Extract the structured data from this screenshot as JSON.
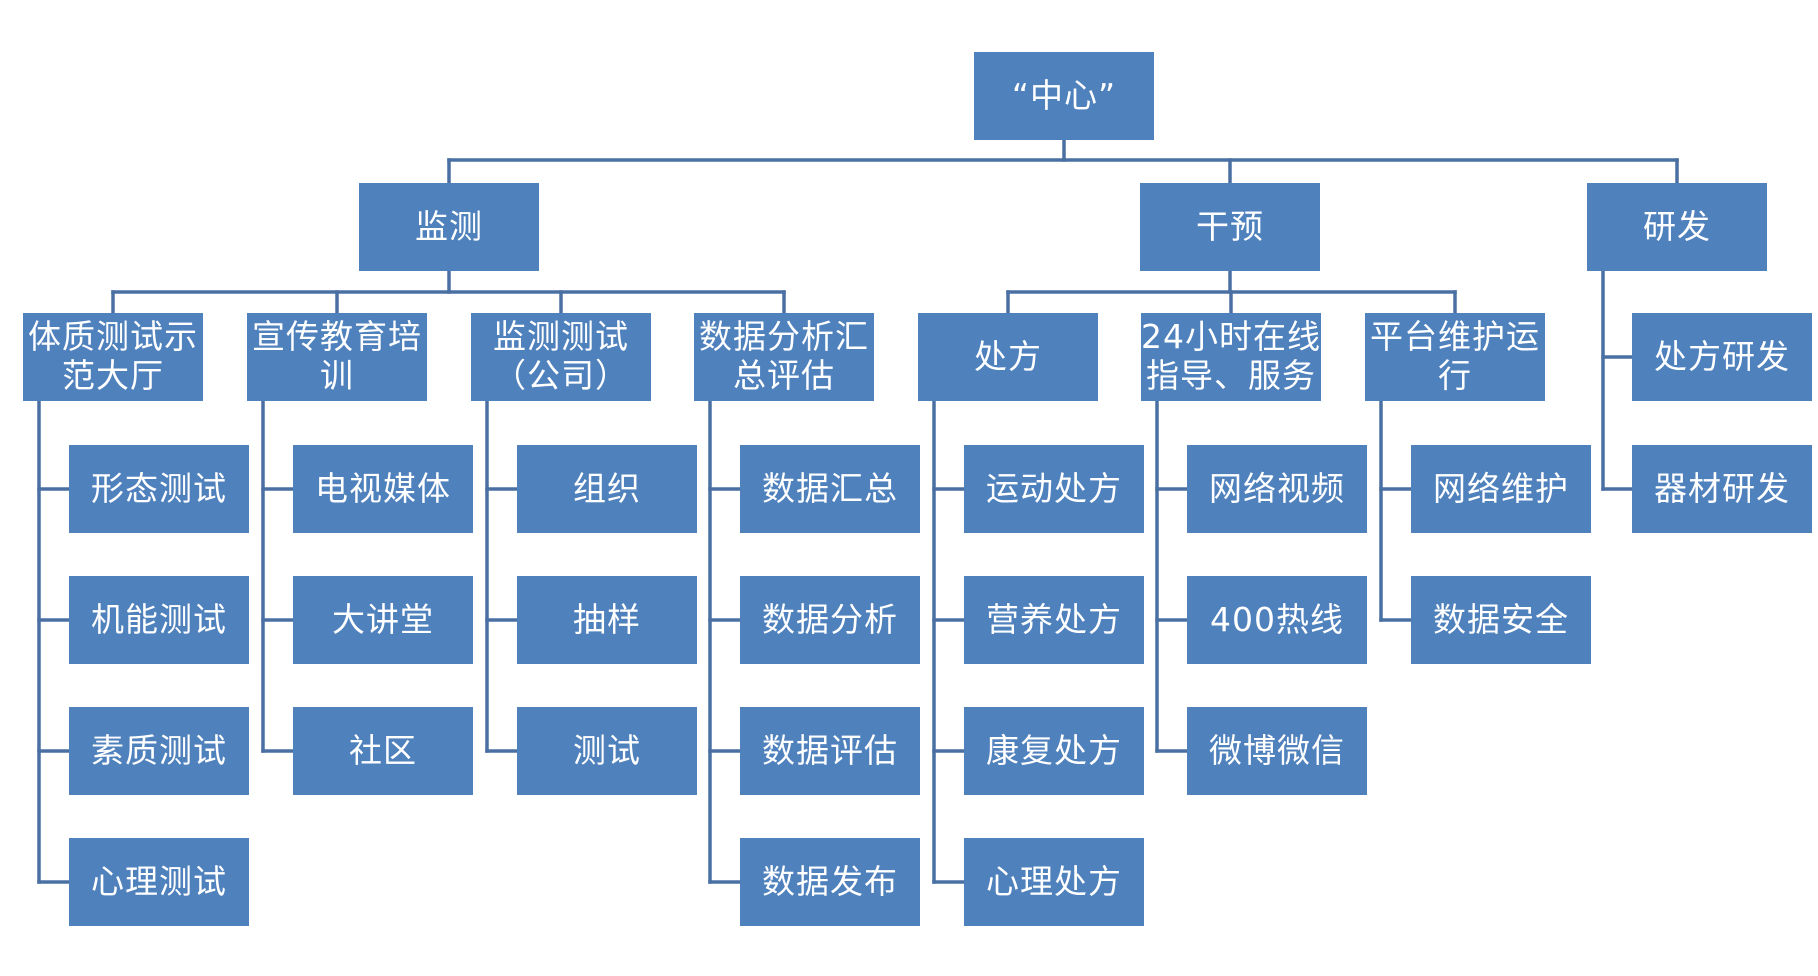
{
  "colors": {
    "node_fill": "#4f81bd",
    "node_text": "#ffffff",
    "connector": "#4a70a3",
    "background": "#ffffff"
  },
  "root": {
    "label": "“中心”",
    "children": [
      {
        "label": "监测",
        "children": [
          {
            "label": "体质测试示\n范大厅",
            "children": [
              {
                "label": "形态测试"
              },
              {
                "label": "机能测试"
              },
              {
                "label": "素质测试"
              },
              {
                "label": "心理测试"
              }
            ]
          },
          {
            "label": "宣传教育培\n训",
            "children": [
              {
                "label": "电视媒体"
              },
              {
                "label": "大讲堂"
              },
              {
                "label": "社区"
              }
            ]
          },
          {
            "label": "监测测试\n（公司）",
            "children": [
              {
                "label": "组织"
              },
              {
                "label": "抽样"
              },
              {
                "label": "测试"
              }
            ]
          },
          {
            "label": "数据分析汇\n总评估",
            "children": [
              {
                "label": "数据汇总"
              },
              {
                "label": "数据分析"
              },
              {
                "label": "数据评估"
              },
              {
                "label": "数据发布"
              }
            ]
          }
        ]
      },
      {
        "label": "干预",
        "children": [
          {
            "label": "处方",
            "children": [
              {
                "label": "运动处方"
              },
              {
                "label": "营养处方"
              },
              {
                "label": "康复处方"
              },
              {
                "label": "心理处方"
              }
            ]
          },
          {
            "label": "24小时在线\n指导、服务",
            "children": [
              {
                "label": "网络视频"
              },
              {
                "label": "400热线"
              },
              {
                "label": "微博微信"
              }
            ]
          },
          {
            "label": "平台维护运\n行",
            "children": [
              {
                "label": "网络维护"
              },
              {
                "label": "数据安全"
              }
            ]
          }
        ]
      },
      {
        "label": "研发",
        "children": [
          {
            "label": "处方研发"
          },
          {
            "label": "器材研发"
          }
        ]
      }
    ]
  }
}
